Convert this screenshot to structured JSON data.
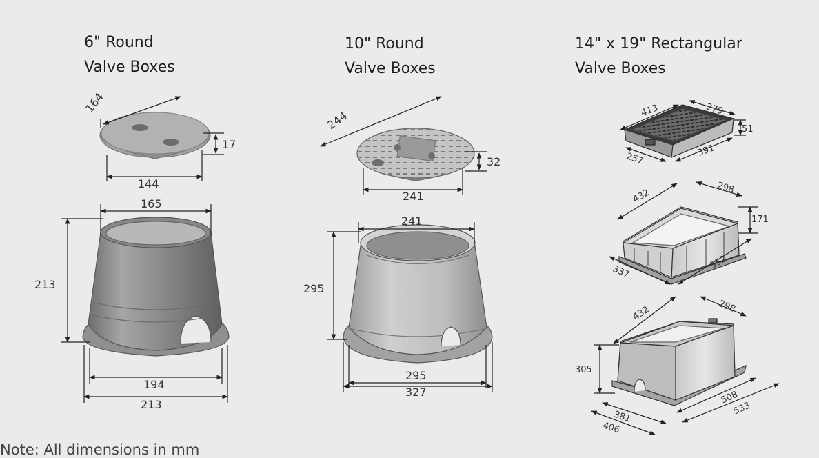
{
  "columns": [
    {
      "title_line1": "6\" Round",
      "title_line2": "Valve Boxes"
    },
    {
      "title_line1": "10\" Round",
      "title_line2": "Valve Boxes"
    },
    {
      "title_line1": "14\" x 19\" Rectangular",
      "title_line2": "Valve Boxes"
    }
  ],
  "dims": {
    "r6_lid_diag": "164",
    "r6_lid_h": "17",
    "r6_lid_w": "144",
    "r6_body_top": "165",
    "r6_body_h": "213",
    "r6_body_base": "194",
    "r6_body_flange": "213",
    "r10_lid_diag": "244",
    "r10_lid_h": "32",
    "r10_lid_w": "241",
    "r10_body_top": "241",
    "r10_body_h": "295",
    "r10_body_base": "295",
    "r10_body_flange": "327",
    "rect_lid_len": "413",
    "rect_lid_wid": "279",
    "rect_lid_h": "51",
    "rect_lid_side": "257",
    "rect_lid_bot": "391",
    "rect_ext_len": "432",
    "rect_ext_wid": "298",
    "rect_ext_h": "171",
    "rect_ext_base_w": "337",
    "rect_ext_base_l": "552",
    "rect_box_len": "432",
    "rect_box_wid": "298",
    "rect_box_h": "305",
    "rect_box_in_l": "508",
    "rect_box_out_l": "533",
    "rect_box_in_w": "381",
    "rect_box_out_w": "406"
  },
  "note": "Note: All dimensions in mm",
  "colors": {
    "background": "#ebebeb",
    "body_gray": "#9a9a9a",
    "dim_line": "#222222"
  }
}
